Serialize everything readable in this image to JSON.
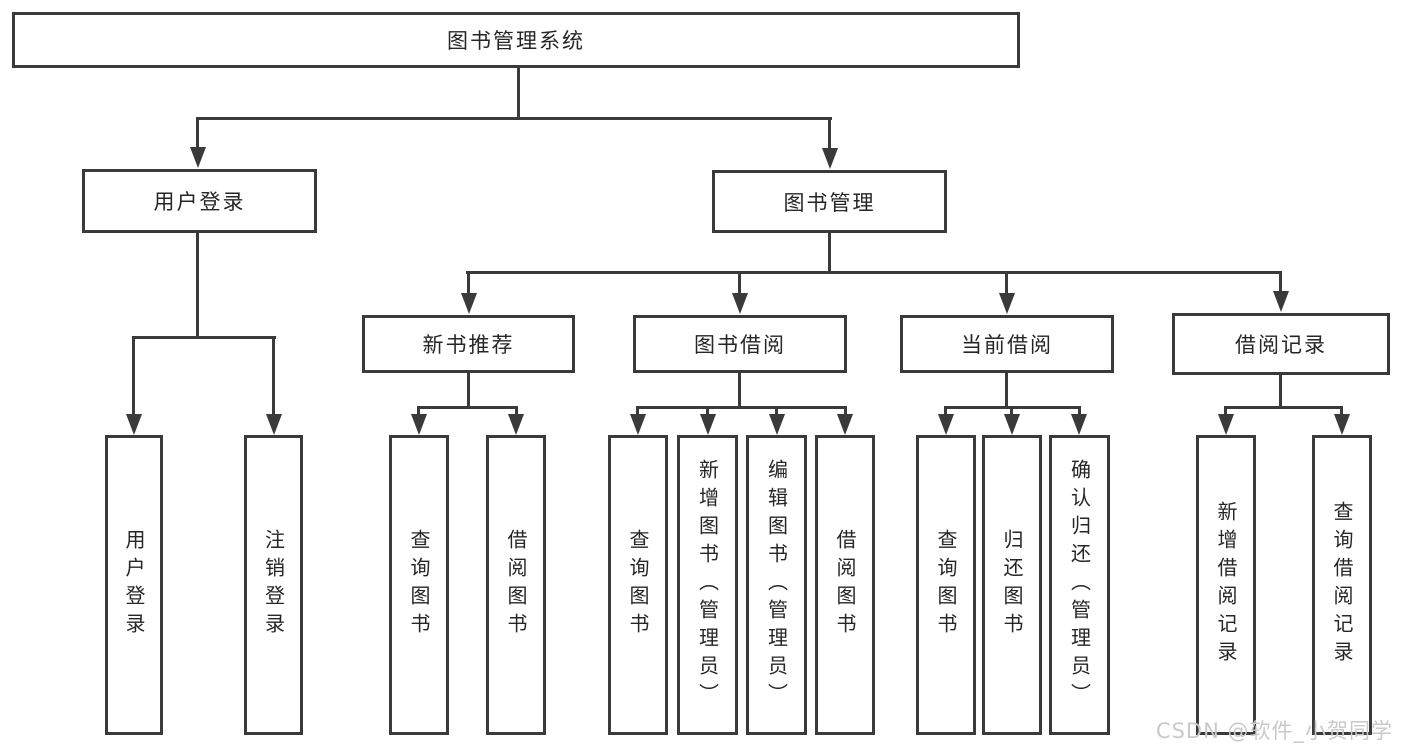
{
  "diagram": {
    "root": "图书管理系统",
    "branches": {
      "user": "用户登录",
      "mgmt": "图书管理"
    },
    "modules": {
      "recommend": "新书推荐",
      "borrow": "图书借阅",
      "current": "当前借阅",
      "records": "借阅记录"
    },
    "leaves": {
      "user": [
        "用户登录",
        "注销登录"
      ],
      "recommend": [
        "查询图书",
        "借阅图书"
      ],
      "borrow": [
        "查询图书",
        "新增图书（管理员）",
        "编辑图书（管理员）",
        "借阅图书"
      ],
      "current": [
        "查询图书",
        "归还图书",
        "确认归还（管理员）"
      ],
      "records": [
        "新增借阅记录",
        "查询借阅记录"
      ]
    }
  },
  "watermark": "CSDN @软件_小贺同学",
  "colors": {
    "line": "#3a3a3a",
    "text": "#262626",
    "watermark": "#c9c9c9",
    "background": "#ffffff"
  }
}
